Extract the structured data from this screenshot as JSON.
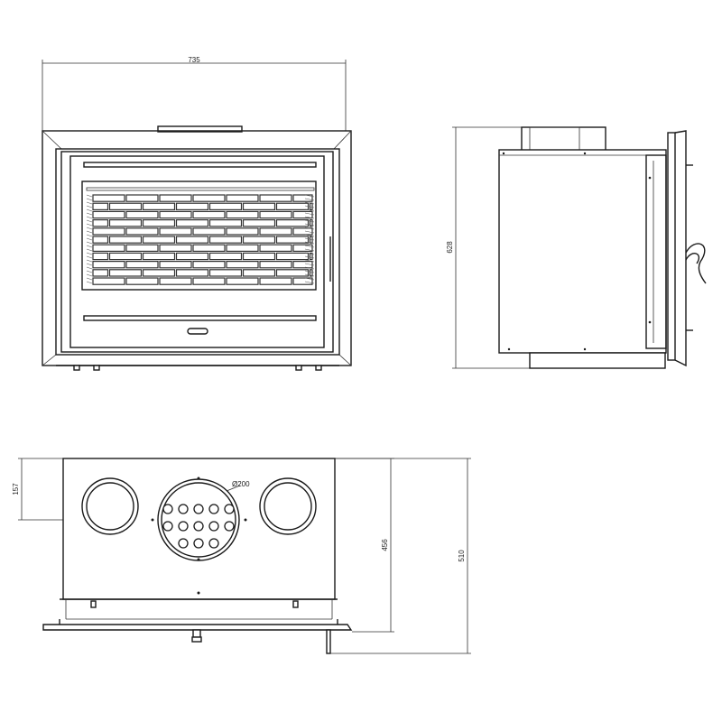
{
  "dimensions": {
    "width": "735",
    "height": "628",
    "flue_offset": "157",
    "flue_diameter": "Ø200",
    "body_depth": "456",
    "total_depth": "510"
  },
  "colors": {
    "line": "#1a1a1a",
    "background": "#ffffff"
  }
}
